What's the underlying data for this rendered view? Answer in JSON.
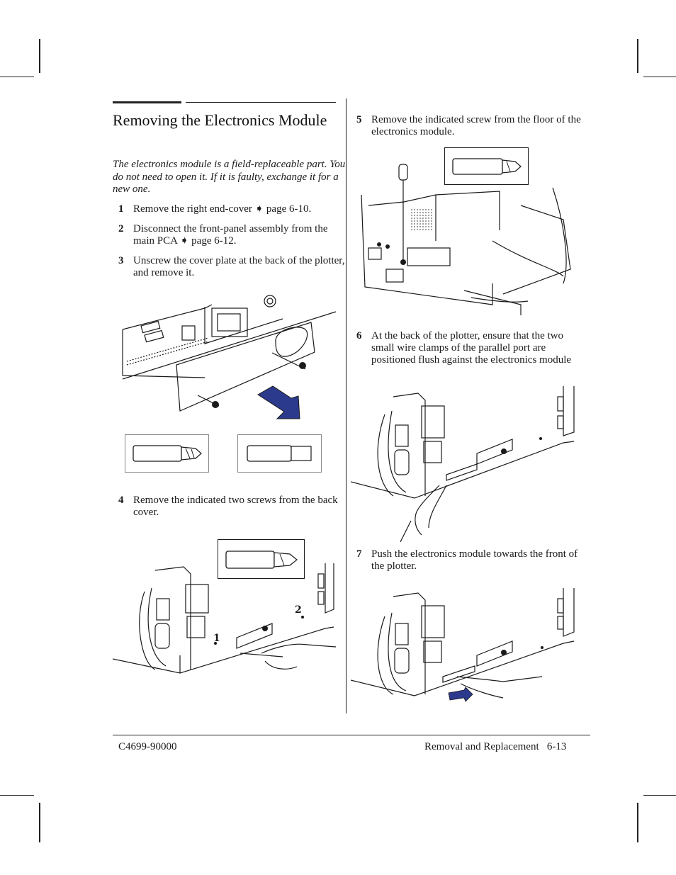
{
  "section": {
    "title": "Removing the Electronics Module",
    "intro": "The electronics module is a field-replaceable part.  You do not need to open it.  If it is faulty, exchange it for a new one."
  },
  "steps": [
    {
      "number": "1",
      "text": "Remove the right end-cover ➧ page 6-10."
    },
    {
      "number": "2",
      "text": "Disconnect the front-panel assembly from the main PCA ➧ page 6-12."
    },
    {
      "number": "3",
      "text": "Unscrew the cover plate at the back of the plotter, and remove it."
    },
    {
      "number": "4",
      "text": "Remove the indicated two screws from the back cover."
    },
    {
      "number": "5",
      "text": "Remove the indicated screw from the floor of the electronics module."
    },
    {
      "number": "6",
      "text": "At the back of the plotter, ensure that the two small wire clamps of the parallel port are positioned flush against the electronics module"
    },
    {
      "number": "7",
      "text": "Push the electronics module towards the front of the plotter."
    }
  ],
  "figure_labels": {
    "screw_1": "1",
    "screw_2": "2"
  },
  "footer": {
    "part_number": "C4699-90000",
    "chapter_page": "Removal and Replacement   6-13"
  },
  "colors": {
    "arrow": "#2b3a8c",
    "ink": "#1a1a1a"
  }
}
